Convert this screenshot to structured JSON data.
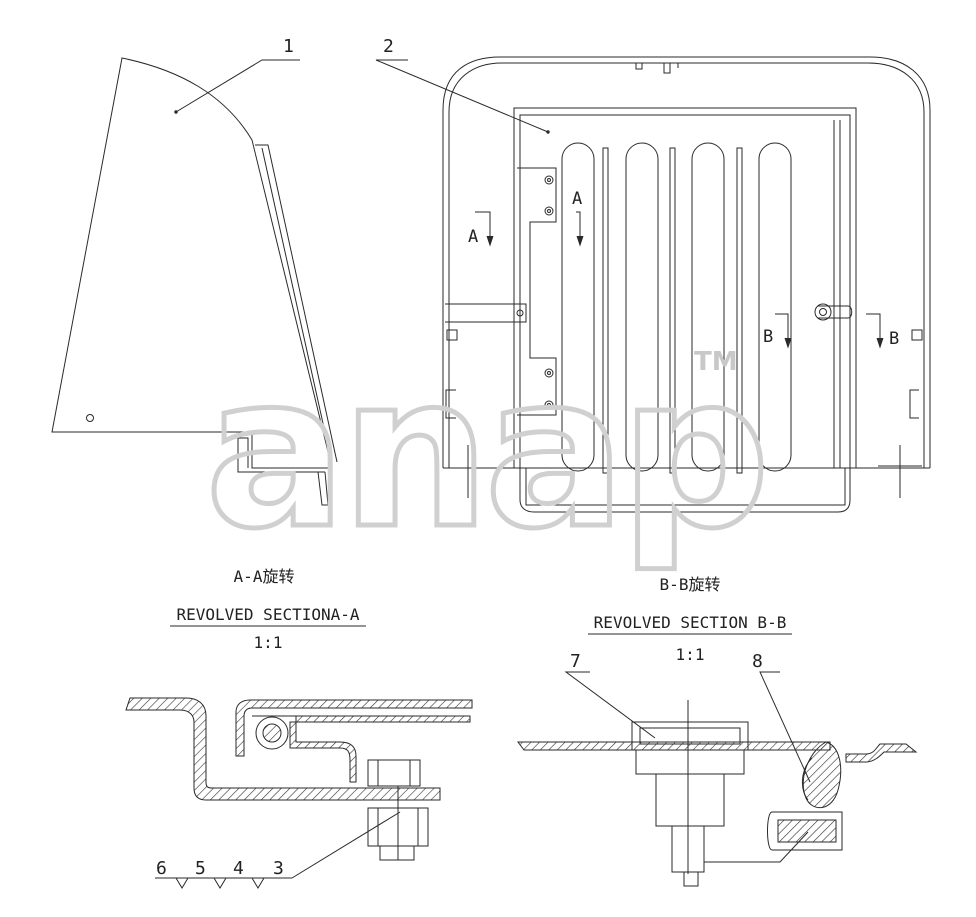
{
  "callouts": [
    "1",
    "2",
    "3",
    "4",
    "5",
    "6",
    "7",
    "8"
  ],
  "section_markers": {
    "a_left": "A",
    "a_right": "A",
    "b_left": "B",
    "b_right": "B"
  },
  "section_aa": {
    "title_cn": "A-A旋转",
    "title_en": "REVOLVED SECTIONA-A",
    "scale": "1:1"
  },
  "section_bb": {
    "title_cn": "B-B旋转",
    "title_en": "REVOLVED SECTION B-B",
    "scale": "1:1"
  },
  "watermark": "anap",
  "watermark_tm": "TM",
  "colors": {
    "line": "#2a2a2a",
    "watermark": "#d6d6d6"
  }
}
